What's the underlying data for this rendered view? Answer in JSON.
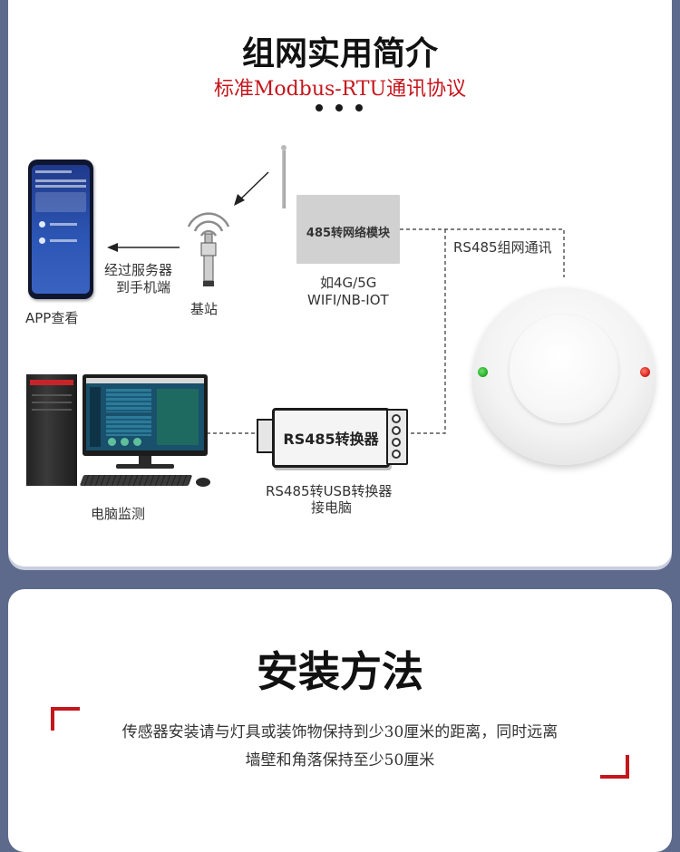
{
  "network": {
    "title": "组网实用简介",
    "subtitle": "标准Modbus-RTU通讯协议",
    "app_label": "APP查看",
    "server_label_line1": "经过服务器",
    "server_label_line2": "到手机端",
    "base_station_label": "基站",
    "module_label": "485转网络模块",
    "module_caption_line1": "如4G/5G",
    "module_caption_line2": "WIFI/NB-IOT",
    "rs485_network_label": "RS485组网通讯",
    "converter_label": "RS485转换器",
    "converter_caption_line1": "RS485转USB转换器",
    "converter_caption_line2": "接电脑",
    "pc_label": "电脑监测"
  },
  "install": {
    "title": "安装方法",
    "text_line1": "传感器安装请与灯具或装饰物保持到少30厘米的距离，同时远离",
    "text_line2": "墙壁和角落保持至少50厘米"
  },
  "colors": {
    "accent_red": "#c4161c",
    "page_background": "#5d6a8c",
    "led_green": "#2bb02b",
    "led_red": "#d9261c"
  }
}
